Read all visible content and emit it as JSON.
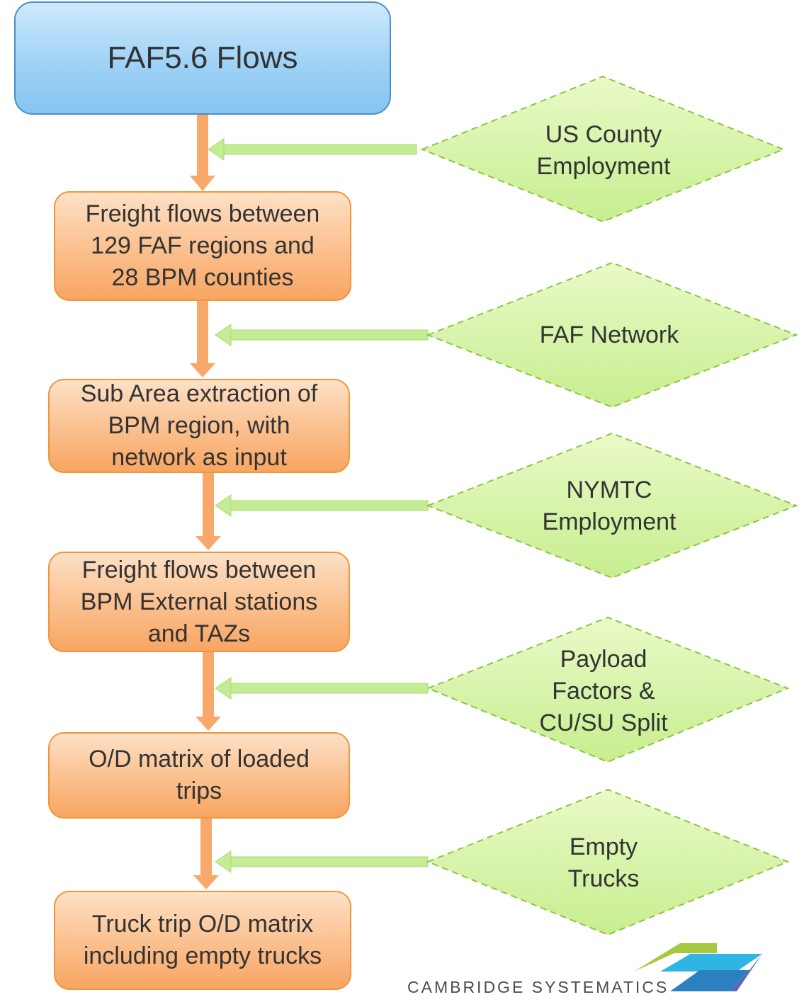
{
  "diagram": {
    "top_box": "FAF5.6 Flows",
    "steps": [
      "Freight flows between\n129 FAF regions and\n28 BPM counties",
      "Sub Area extraction of\nBPM region, with\nnetwork as input",
      "Freight flows between\nBPM External stations\nand TAZs",
      "O/D matrix of loaded\ntrips",
      "Truck trip O/D matrix\nincluding empty trucks"
    ],
    "inputs": [
      "US County\nEmployment",
      "FAF Network",
      "NYMTC\nEmployment",
      "Payload\nFactors &\nCU/SU Split",
      "Empty\nTrucks"
    ]
  },
  "logo": {
    "text": "CAMBRIDGE SYSTEMATICS"
  },
  "colors": {
    "top_box_fill": "#9fd2f6",
    "top_box_border": "#4a90c8",
    "step_fill": "#fbc597",
    "step_border": "#f0953a",
    "input_fill": "#d8f5a8",
    "input_border": "#8cc63f",
    "flow_arrow": "#f7a86a",
    "input_arrow": "#c3ec94"
  }
}
